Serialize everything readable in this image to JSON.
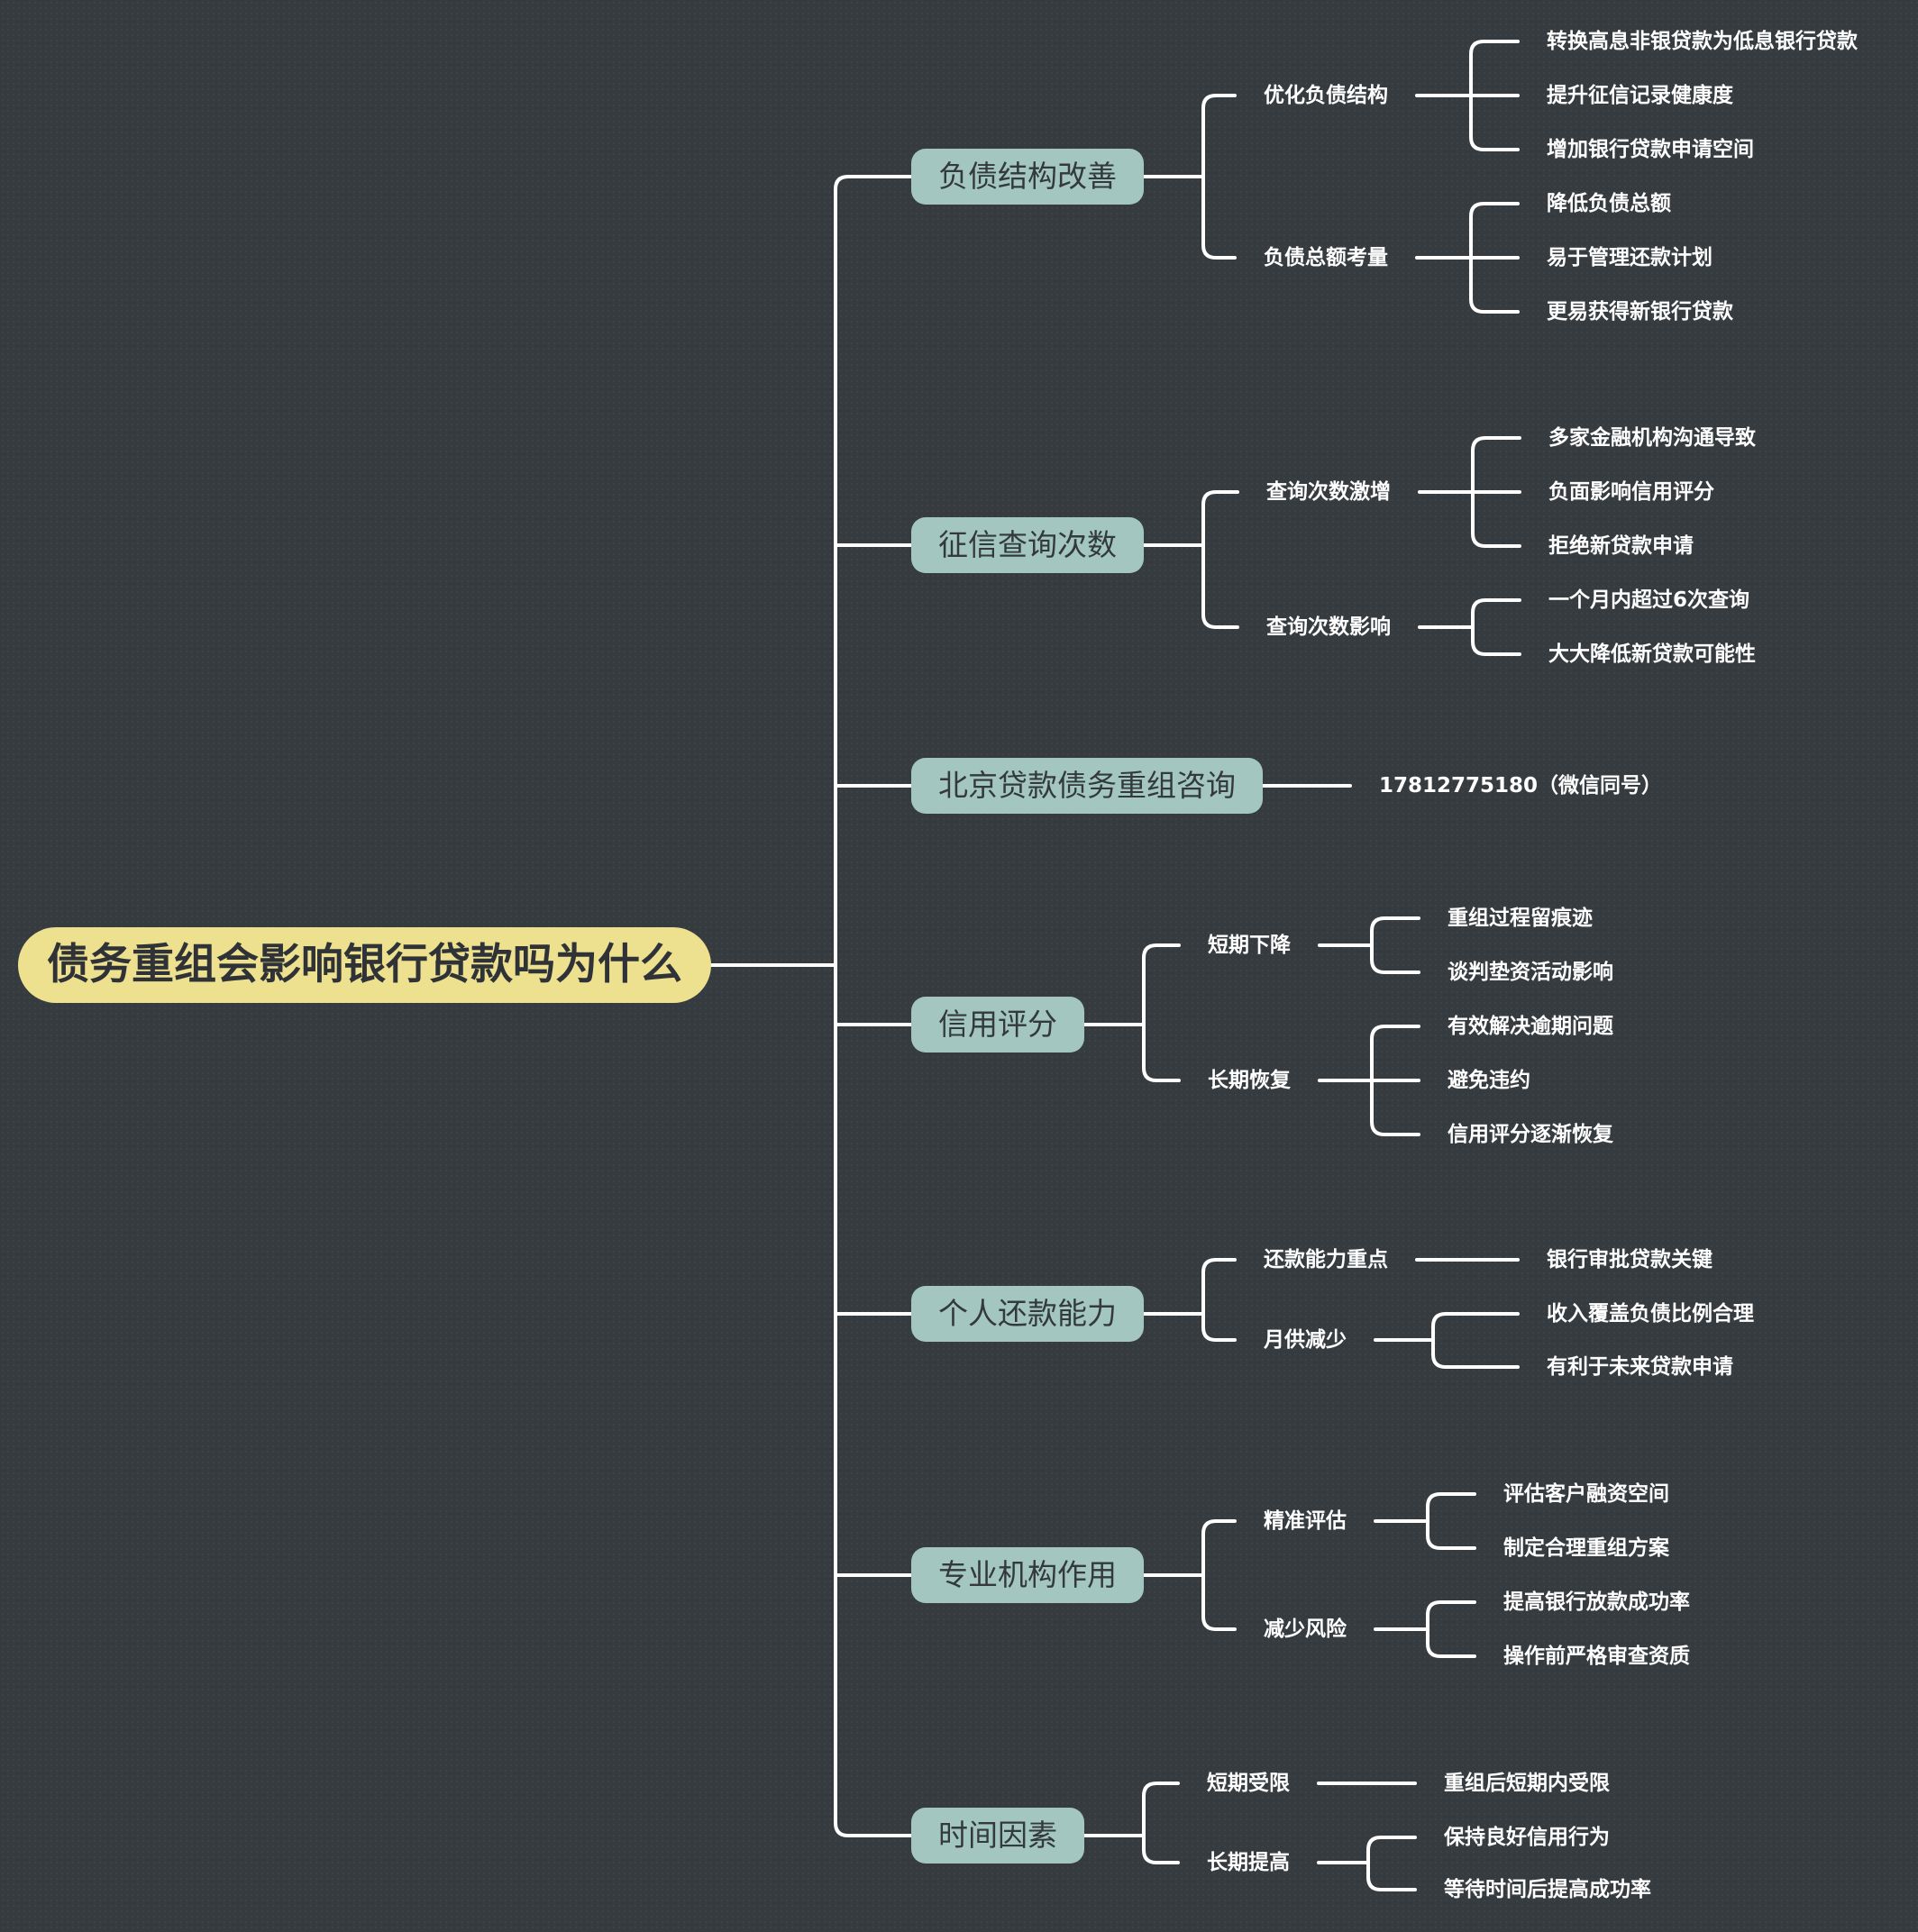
{
  "root": {
    "label": "债务重组会影响银行贷款吗为什么"
  },
  "branches": [
    {
      "label": "负债结构改善",
      "children": [
        {
          "label": "优化负债结构",
          "children": [
            "转换高息非银贷款为低息银行贷款",
            "提升征信记录健康度",
            "增加银行贷款申请空间"
          ]
        },
        {
          "label": "负债总额考量",
          "children": [
            "降低负债总额",
            "易于管理还款计划",
            "更易获得新银行贷款"
          ]
        }
      ]
    },
    {
      "label": "征信查询次数",
      "children": [
        {
          "label": "查询次数激增",
          "children": [
            "多家金融机构沟通导致",
            "负面影响信用评分",
            "拒绝新贷款申请"
          ]
        },
        {
          "label": "查询次数影响",
          "children": [
            "一个月内超过6次查询",
            "大大降低新贷款可能性"
          ]
        }
      ]
    },
    {
      "label": "北京贷款债务重组咨询",
      "children": [
        {
          "label": "17812775180（微信同号）",
          "children": []
        }
      ]
    },
    {
      "label": "信用评分",
      "children": [
        {
          "label": "短期下降",
          "children": [
            "重组过程留痕迹",
            "谈判垫资活动影响"
          ]
        },
        {
          "label": "长期恢复",
          "children": [
            "有效解决逾期问题",
            "避免违约",
            "信用评分逐渐恢复"
          ]
        }
      ]
    },
    {
      "label": "个人还款能力",
      "children": [
        {
          "label": "还款能力重点",
          "children": [
            "银行审批贷款关键"
          ]
        },
        {
          "label": "月供减少",
          "children": [
            "收入覆盖负债比例合理",
            "有利于未来贷款申请"
          ]
        }
      ]
    },
    {
      "label": "专业机构作用",
      "children": [
        {
          "label": "精准评估",
          "children": [
            "评估客户融资空间",
            "制定合理重组方案"
          ]
        },
        {
          "label": "减少风险",
          "children": [
            "提高银行放款成功率",
            "操作前严格审查资质"
          ]
        }
      ]
    },
    {
      "label": "时间因素",
      "children": [
        {
          "label": "短期受限",
          "children": [
            "重组后短期内受限"
          ]
        },
        {
          "label": "长期提高",
          "children": [
            "保持良好信用行为",
            "等待时间后提高成功率"
          ]
        }
      ]
    }
  ]
}
